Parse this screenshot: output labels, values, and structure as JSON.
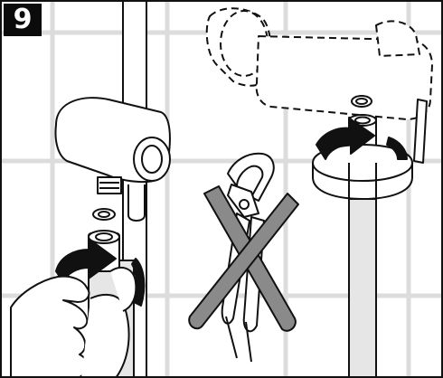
{
  "step": {
    "number": "9"
  },
  "colors": {
    "tile_grout": "#e0e0e0",
    "outline": "#111111",
    "arrow_fill": "#111111",
    "cross_fill": "#8a8a8a",
    "hose_fill": "#d4d4d4",
    "background": "#ffffff"
  },
  "panels": [
    {
      "name": "hand-tightening-connection",
      "status": "allowed",
      "icon": "curved-arrow-icon"
    },
    {
      "name": "no-pliers",
      "status": "forbidden",
      "icon": "crossed-pliers-icon"
    },
    {
      "name": "tighten-at-mixer",
      "status": "allowed",
      "icon": "rotation-arrow-icon"
    }
  ]
}
